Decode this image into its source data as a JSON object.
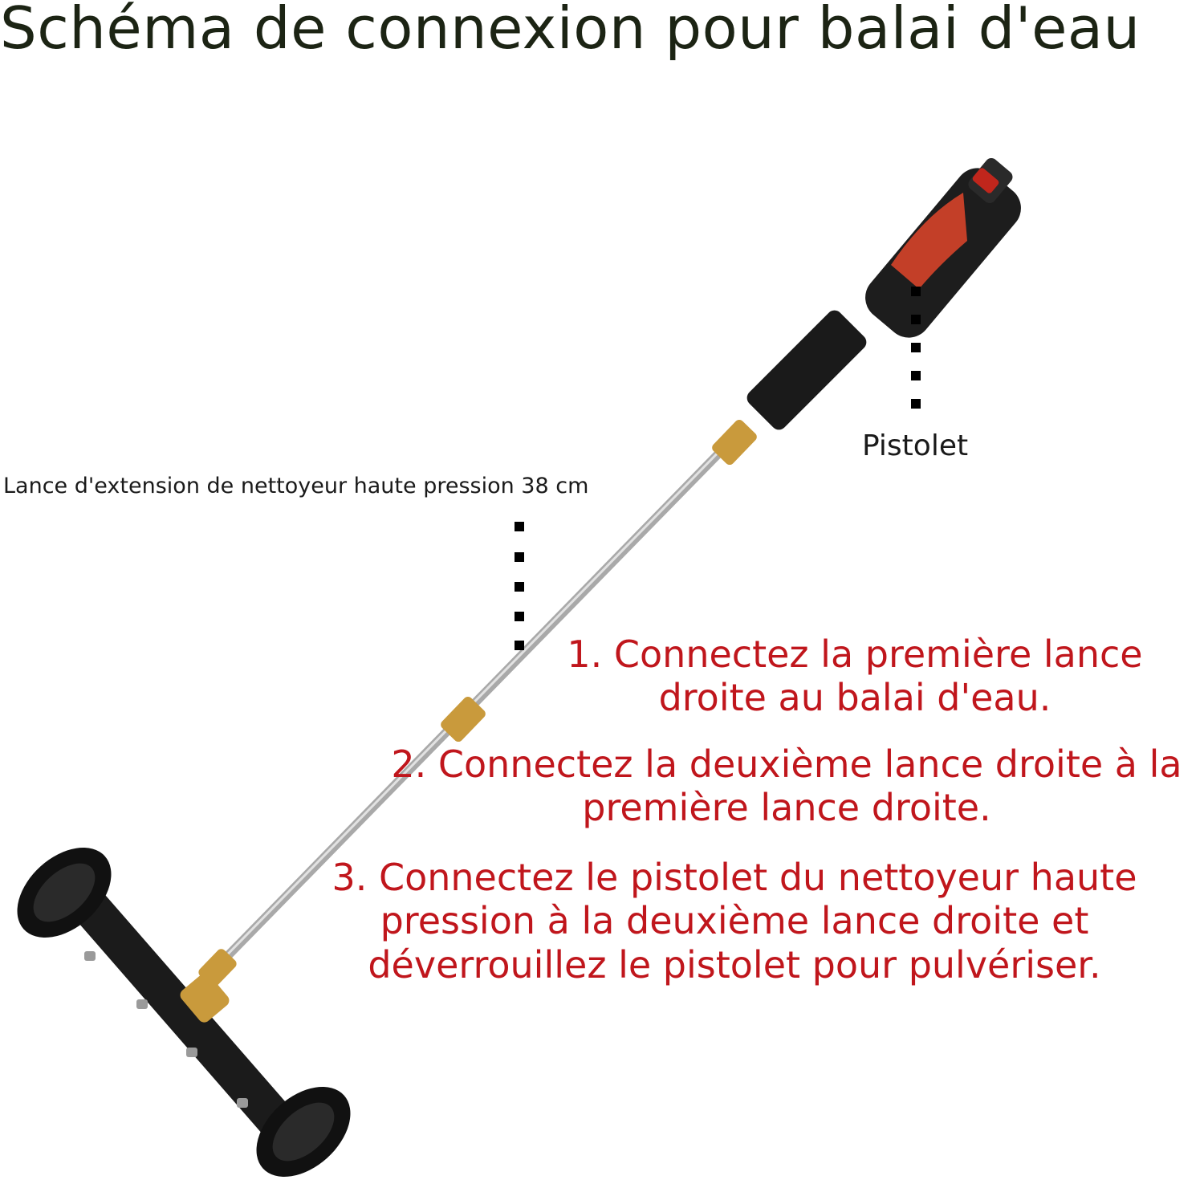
{
  "title": "Schéma de connexion pour balai d'eau",
  "labels": {
    "lance": "Lance d'extension de nettoyeur haute pression 38 cm",
    "pistolet": "Pistolet"
  },
  "steps": [
    "1. Connectez la première lance droite au balai d'eau.",
    "2. Connectez la deuxième lance droite à la première lance droite.",
    "3. Connectez le pistolet du nettoyeur haute pression à la deuxième lance droite et déverrouillez le pistolet pour pulvériser."
  ],
  "colors": {
    "title": "#1c2414",
    "steps": "#c0161c",
    "gun_accent": "#e0452a",
    "brass": "#c99a3c"
  }
}
